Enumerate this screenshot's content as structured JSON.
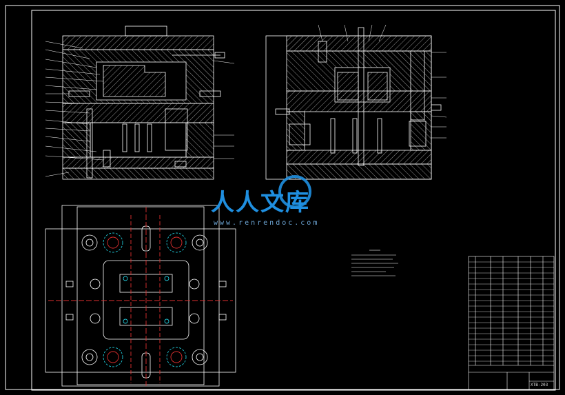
{
  "watermark": {
    "brand_text": "人人文库",
    "url": "www.renrendoc.com",
    "brand_color": "#1f8fe0"
  },
  "title_block": {
    "drawing_code": "XTB-203"
  },
  "colors": {
    "background": "#000000",
    "line": "#ffffff",
    "hatch": "#cfcfcf",
    "accent_red": "#e03030",
    "accent_cyan": "#20c8d8",
    "dim_yellow": "#d8d820"
  }
}
